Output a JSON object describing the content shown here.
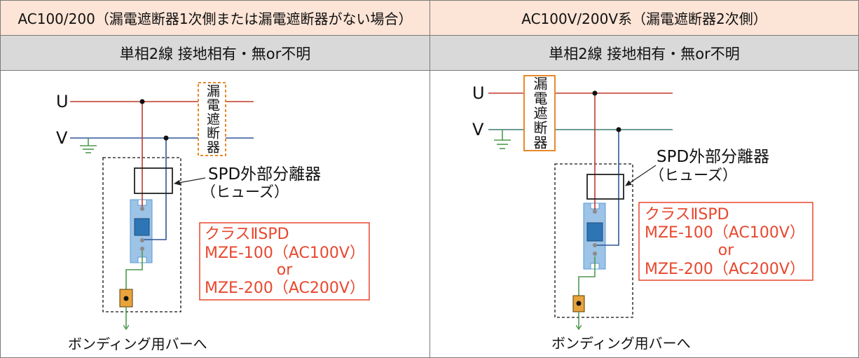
{
  "colors": {
    "header_bg": "#fce4d6",
    "subheader_bg": "#d9d9d9",
    "line_u": "#c0392b",
    "line_v": "#2f5597",
    "line_v_right": "#3d7d74",
    "ground": "#4e9a4e",
    "callout": "#e8472e",
    "breaker": "#e8892b",
    "spd_body": "#9dc3e6",
    "spd_core": "#2e75b6",
    "terminal": "#e8a33d"
  },
  "left": {
    "header": "AC100/200（漏電遮断器1次側または漏電遮断器がない場合）",
    "subheader": "単相2線 接地相有・無or不明",
    "phase_u": "U",
    "phase_v": "V",
    "breaker": "漏電遮断器",
    "separator": "SPD外部分離器",
    "separator_note": "（ヒューズ）",
    "spd_box": [
      "クラスⅡSPD",
      "MZE-100（AC100V）",
      "or",
      "MZE-200（AC200V）"
    ],
    "bonding": "ボンディング用バーへ"
  },
  "right": {
    "header": "AC100V/200V系（漏電遮断器2次側）",
    "subheader": "単相2線 接地相有・無or不明",
    "phase_u": "U",
    "phase_v": "V",
    "breaker": "漏電遮断器",
    "separator": "SPD外部分離器",
    "separator_note": "（ヒューズ）",
    "spd_box": [
      "クラスⅡSPD",
      "MZE-100（AC100V）",
      "or",
      "MZE-200（AC200V）"
    ],
    "bonding": "ボンディング用バーへ"
  }
}
